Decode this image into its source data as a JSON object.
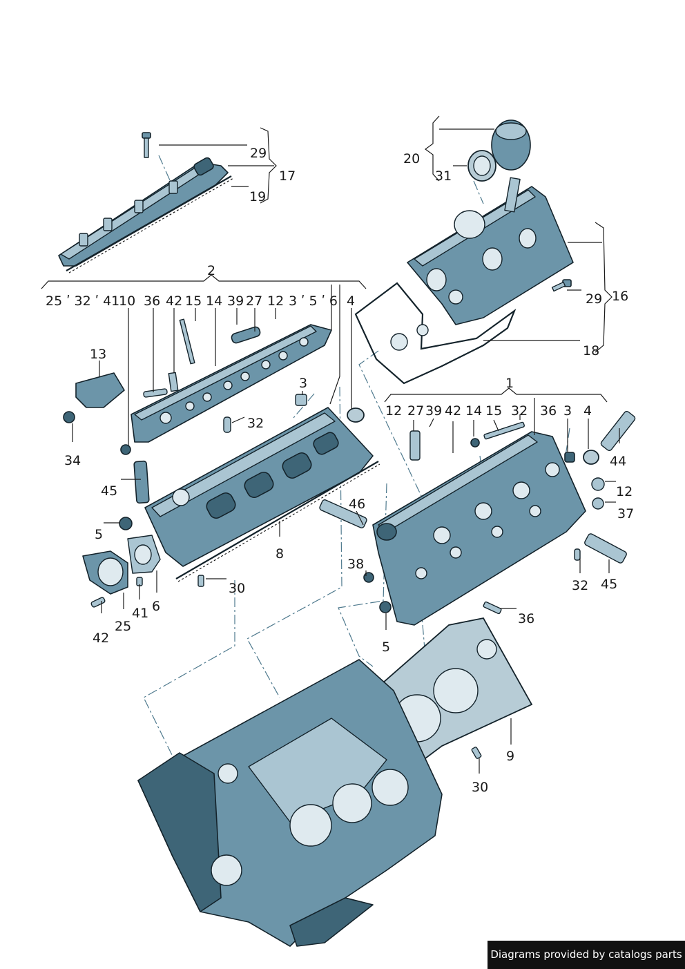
{
  "labels": {
    "l29a": "29",
    "l17": "17",
    "l19": "19",
    "l20": "20",
    "l31": "31",
    "l2": "2",
    "l16": "16",
    "l29b": "29",
    "l18": "18",
    "l25_32_41": "25 ʹ 32 ʹ 41",
    "l10a": "10",
    "l36a": "36",
    "l42a": "42",
    "l15a": "15",
    "l14a": "14",
    "l39a": "39",
    "l27a": "27",
    "l12a": "12",
    "l3_5_6": "3 ʹ 5 ʹ 6",
    "l4a": "4",
    "l13": "13",
    "l3a": "3",
    "l32a": "32",
    "l34": "34",
    "l45a": "45",
    "l5a": "5",
    "l8": "8",
    "l46": "46",
    "l6": "6",
    "l41": "41",
    "l25": "25",
    "l42b": "42",
    "l30a": "30",
    "l1": "1",
    "l12b": "12",
    "l27b": "27",
    "l39b": "39",
    "l42c": "42",
    "l14b": "14",
    "l15b": "15",
    "l32b": "32",
    "l36b": "36",
    "l3b": "3",
    "l4b": "4",
    "l44": "44",
    "l12c": "12",
    "l37": "37",
    "l38": "38",
    "l32c": "32",
    "l45b": "45",
    "l36c": "36",
    "l5b": "5",
    "l9": "9",
    "l30b": "30"
  },
  "footer": {
    "text": "Diagrams provided by catalogs parts"
  },
  "colors": {
    "part": "#6c95a9",
    "part_light": "#aac5d2",
    "part_dark": "#3e6577",
    "line": "#14232b",
    "footer_bg": "#111111"
  }
}
